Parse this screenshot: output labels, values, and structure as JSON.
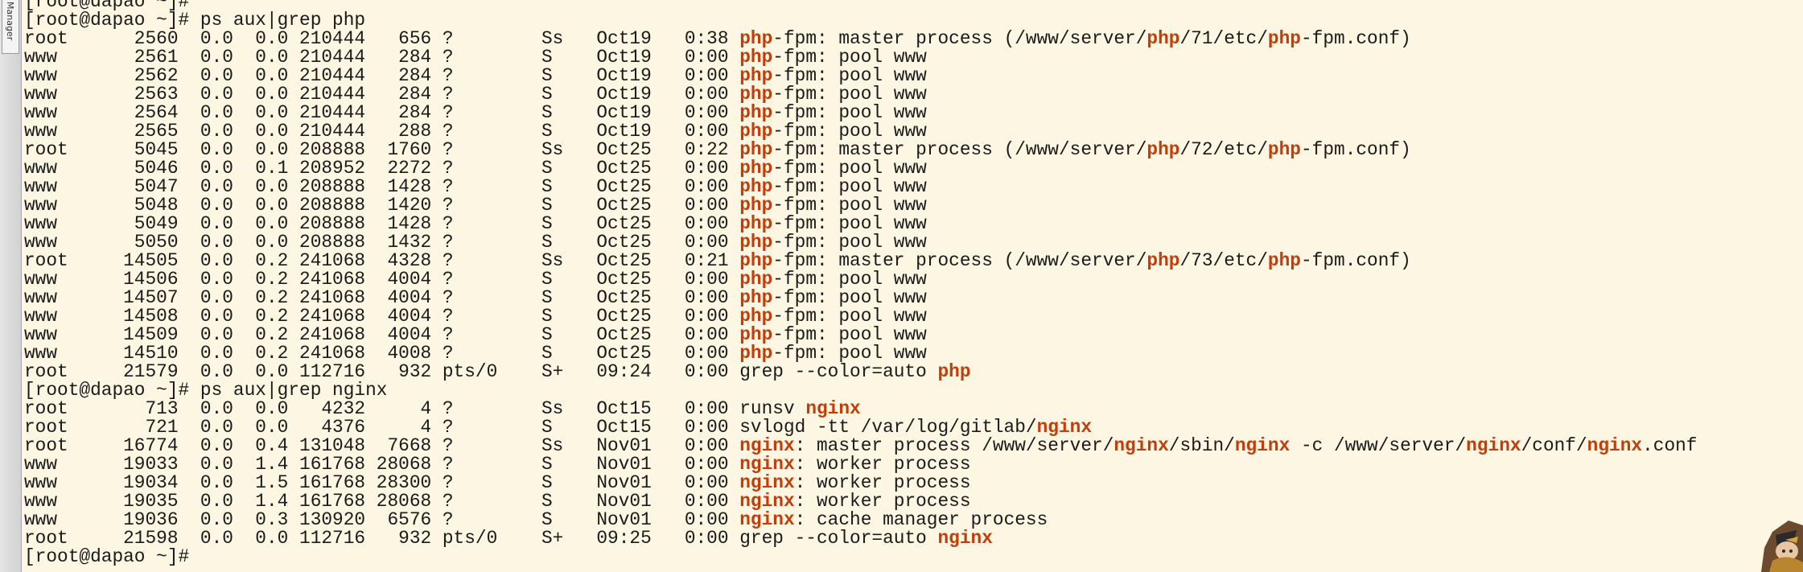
{
  "sidebar": {
    "tab_label": "Manager"
  },
  "terminal": {
    "lines": [
      [
        {
          "t": "[root@dapao ~]#"
        }
      ],
      [
        {
          "t": "[root@dapao ~]# ps aux|grep php"
        }
      ],
      [
        {
          "t": "root      2560  0.0  0.0 210444   656 ?        Ss   Oct19   0:38 "
        },
        {
          "t": "php",
          "h": 1
        },
        {
          "t": "-fpm: master process (/www/server/"
        },
        {
          "t": "php",
          "h": 1
        },
        {
          "t": "/71/etc/"
        },
        {
          "t": "php",
          "h": 1
        },
        {
          "t": "-fpm.conf)"
        }
      ],
      [
        {
          "t": "www       2561  0.0  0.0 210444   284 ?        S    Oct19   0:00 "
        },
        {
          "t": "php",
          "h": 1
        },
        {
          "t": "-fpm: pool www"
        }
      ],
      [
        {
          "t": "www       2562  0.0  0.0 210444   284 ?        S    Oct19   0:00 "
        },
        {
          "t": "php",
          "h": 1
        },
        {
          "t": "-fpm: pool www"
        }
      ],
      [
        {
          "t": "www       2563  0.0  0.0 210444   284 ?        S    Oct19   0:00 "
        },
        {
          "t": "php",
          "h": 1
        },
        {
          "t": "-fpm: pool www"
        }
      ],
      [
        {
          "t": "www       2564  0.0  0.0 210444   284 ?        S    Oct19   0:00 "
        },
        {
          "t": "php",
          "h": 1
        },
        {
          "t": "-fpm: pool www"
        }
      ],
      [
        {
          "t": "www       2565  0.0  0.0 210444   288 ?        S    Oct19   0:00 "
        },
        {
          "t": "php",
          "h": 1
        },
        {
          "t": "-fpm: pool www"
        }
      ],
      [
        {
          "t": "root      5045  0.0  0.0 208888  1760 ?        Ss   Oct25   0:22 "
        },
        {
          "t": "php",
          "h": 1
        },
        {
          "t": "-fpm: master process (/www/server/"
        },
        {
          "t": "php",
          "h": 1
        },
        {
          "t": "/72/etc/"
        },
        {
          "t": "php",
          "h": 1
        },
        {
          "t": "-fpm.conf)"
        }
      ],
      [
        {
          "t": "www       5046  0.0  0.1 208952  2272 ?        S    Oct25   0:00 "
        },
        {
          "t": "php",
          "h": 1
        },
        {
          "t": "-fpm: pool www"
        }
      ],
      [
        {
          "t": "www       5047  0.0  0.0 208888  1428 ?        S    Oct25   0:00 "
        },
        {
          "t": "php",
          "h": 1
        },
        {
          "t": "-fpm: pool www"
        }
      ],
      [
        {
          "t": "www       5048  0.0  0.0 208888  1420 ?        S    Oct25   0:00 "
        },
        {
          "t": "php",
          "h": 1
        },
        {
          "t": "-fpm: pool www"
        }
      ],
      [
        {
          "t": "www       5049  0.0  0.0 208888  1428 ?        S    Oct25   0:00 "
        },
        {
          "t": "php",
          "h": 1
        },
        {
          "t": "-fpm: pool www"
        }
      ],
      [
        {
          "t": "www       5050  0.0  0.0 208888  1432 ?        S    Oct25   0:00 "
        },
        {
          "t": "php",
          "h": 1
        },
        {
          "t": "-fpm: pool www"
        }
      ],
      [
        {
          "t": "root     14505  0.0  0.2 241068  4328 ?        Ss   Oct25   0:21 "
        },
        {
          "t": "php",
          "h": 1
        },
        {
          "t": "-fpm: master process (/www/server/"
        },
        {
          "t": "php",
          "h": 1
        },
        {
          "t": "/73/etc/"
        },
        {
          "t": "php",
          "h": 1
        },
        {
          "t": "-fpm.conf)"
        }
      ],
      [
        {
          "t": "www      14506  0.0  0.2 241068  4004 ?        S    Oct25   0:00 "
        },
        {
          "t": "php",
          "h": 1
        },
        {
          "t": "-fpm: pool www"
        }
      ],
      [
        {
          "t": "www      14507  0.0  0.2 241068  4004 ?        S    Oct25   0:00 "
        },
        {
          "t": "php",
          "h": 1
        },
        {
          "t": "-fpm: pool www"
        }
      ],
      [
        {
          "t": "www      14508  0.0  0.2 241068  4004 ?        S    Oct25   0:00 "
        },
        {
          "t": "php",
          "h": 1
        },
        {
          "t": "-fpm: pool www"
        }
      ],
      [
        {
          "t": "www      14509  0.0  0.2 241068  4004 ?        S    Oct25   0:00 "
        },
        {
          "t": "php",
          "h": 1
        },
        {
          "t": "-fpm: pool www"
        }
      ],
      [
        {
          "t": "www      14510  0.0  0.2 241068  4008 ?        S    Oct25   0:00 "
        },
        {
          "t": "php",
          "h": 1
        },
        {
          "t": "-fpm: pool www"
        }
      ],
      [
        {
          "t": "root     21579  0.0  0.0 112716   932 pts/0    S+   09:24   0:00 grep --color=auto "
        },
        {
          "t": "php",
          "h": 1
        }
      ],
      [
        {
          "t": "[root@dapao ~]# ps aux|grep nginx"
        }
      ],
      [
        {
          "t": "root       713  0.0  0.0   4232     4 ?        Ss   Oct15   0:00 runsv "
        },
        {
          "t": "nginx",
          "h": 1
        }
      ],
      [
        {
          "t": "root       721  0.0  0.0   4376     4 ?        S    Oct15   0:00 svlogd -tt /var/log/gitlab/"
        },
        {
          "t": "nginx",
          "h": 1
        }
      ],
      [
        {
          "t": "root     16774  0.0  0.4 131048  7668 ?        Ss   Nov01   0:00 "
        },
        {
          "t": "nginx",
          "h": 1
        },
        {
          "t": ": master process /www/server/"
        },
        {
          "t": "nginx",
          "h": 1
        },
        {
          "t": "/sbin/"
        },
        {
          "t": "nginx",
          "h": 1
        },
        {
          "t": " -c /www/server/"
        },
        {
          "t": "nginx",
          "h": 1
        },
        {
          "t": "/conf/"
        },
        {
          "t": "nginx",
          "h": 1
        },
        {
          "t": ".conf"
        }
      ],
      [
        {
          "t": "www      19033  0.0  1.4 161768 28068 ?        S    Nov01   0:00 "
        },
        {
          "t": "nginx",
          "h": 1
        },
        {
          "t": ": worker process"
        }
      ],
      [
        {
          "t": "www      19034  0.0  1.5 161768 28300 ?        S    Nov01   0:00 "
        },
        {
          "t": "nginx",
          "h": 1
        },
        {
          "t": ": worker process"
        }
      ],
      [
        {
          "t": "www      19035  0.0  1.4 161768 28068 ?        S    Nov01   0:00 "
        },
        {
          "t": "nginx",
          "h": 1
        },
        {
          "t": ": worker process"
        }
      ],
      [
        {
          "t": "www      19036  0.0  0.3 130920  6576 ?        S    Nov01   0:00 "
        },
        {
          "t": "nginx",
          "h": 1
        },
        {
          "t": ": cache manager process"
        }
      ],
      [
        {
          "t": "root     21598  0.0  0.0 112716   932 pts/0    S+   09:25   0:00 grep --color=auto "
        },
        {
          "t": "nginx",
          "h": 1
        }
      ],
      [
        {
          "t": "[root@dapao ~]#"
        }
      ]
    ]
  },
  "colors": {
    "background": "#fdf6e3",
    "text": "#1a1a1a",
    "highlight": "#c43d08"
  },
  "icons": {
    "corner_avatar": "warrior-mascot-icon"
  }
}
